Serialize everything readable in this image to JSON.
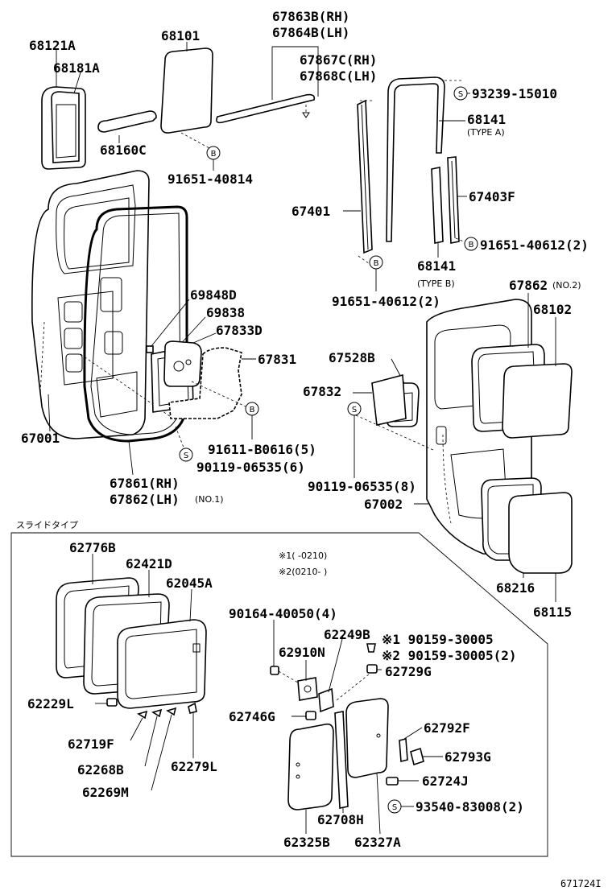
{
  "labels": {
    "p68121A": "68121A",
    "p68181A": "68181A",
    "p68160C": "68160C",
    "p68101": "68101",
    "p67863B": "67863B(RH)",
    "p67864B": "67864B(LH)",
    "p67867C": "67867C(RH)",
    "p67868C": "67868C(LH)",
    "p93239": "93239-15010",
    "p68141a": "68141",
    "p68141a_sub": "(TYPE A)",
    "p91651_40814": "91651-40814",
    "p67403F": "67403F",
    "p67401": "67401",
    "p91651_40612a": "91651-40612(2)",
    "p68141b": "68141",
    "p68141b_sub": "(TYPE B)",
    "p91651_40612b": "91651-40612(2)",
    "p69848D": "69848D",
    "p69838": "69838",
    "p67833D": "67833D",
    "p67831": "67831",
    "p67862_no2": "67862",
    "p67862_no2_sub": "(NO.2)",
    "p68102": "68102",
    "p67528B": "67528B",
    "p67832": "67832",
    "p67001": "67001",
    "p91611": "91611-B0616(5)",
    "p90119a": "90119-06535(6)",
    "p90119b": "90119-06535(8)",
    "p67002": "67002",
    "p67861": "67861(RH)",
    "p67862lh": "67862(LH)",
    "p67862lh_sub": "(NO.1)",
    "p68216": "68216",
    "p68115": "68115",
    "slide_type": "スライドタイプ",
    "note1": "※1(    -0210)",
    "note2": "※2(0210-    )",
    "p62776B": "62776B",
    "p62421D": "62421D",
    "p62045A": "62045A",
    "p90164": "90164-40050(4)",
    "p62249B": "62249B",
    "p90159_1": "※1 90159-30005",
    "p90159_2": "※2 90159-30005(2)",
    "p62910N": "62910N",
    "p62729G": "62729G",
    "p62229L": "62229L",
    "p62746G": "62746G",
    "p62792F": "62792F",
    "p62719F": "62719F",
    "p62793G": "62793G",
    "p62268B": "62268B",
    "p62279L": "62279L",
    "p62724J": "62724J",
    "p62269M": "62269M",
    "p93540": "93540-83008(2)",
    "p62708H": "62708H",
    "p62325B": "62325B",
    "p62327A": "62327A",
    "diagram_id": "671724I"
  },
  "symbols": {
    "bolt": "B",
    "screw": "S"
  }
}
